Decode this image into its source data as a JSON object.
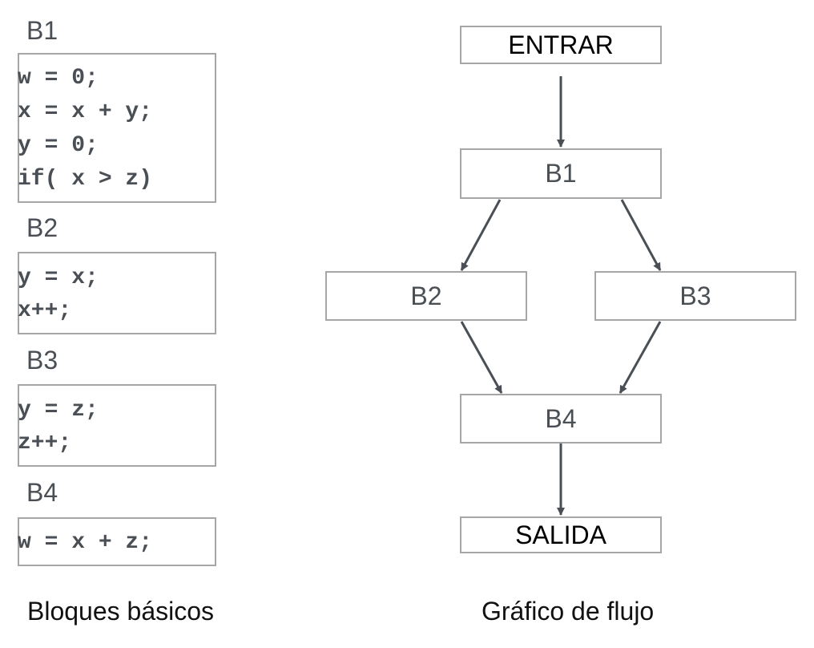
{
  "basic_blocks": {
    "caption": "Bloques básicos",
    "blocks": [
      {
        "label": "B1",
        "lines": [
          "w = 0;",
          "x = x + y;",
          "y = 0;",
          "if( x > z)"
        ]
      },
      {
        "label": "B2",
        "lines": [
          "y = x;",
          "x++;"
        ]
      },
      {
        "label": "B3",
        "lines": [
          "y = z;",
          "z++;"
        ]
      },
      {
        "label": "B4",
        "lines": [
          "w = x + z;"
        ]
      }
    ]
  },
  "flow_graph": {
    "caption": "Gráfico de flujo",
    "nodes": {
      "entrar": "ENTRAR",
      "b1": "B1",
      "b2": "B2",
      "b3": "B3",
      "b4": "B4",
      "salida": "SALIDA"
    },
    "edges": [
      [
        "ENTRAR",
        "B1"
      ],
      [
        "B1",
        "B2"
      ],
      [
        "B1",
        "B3"
      ],
      [
        "B2",
        "B4"
      ],
      [
        "B3",
        "B4"
      ],
      [
        "B4",
        "SALIDA"
      ]
    ],
    "edge_color": "#4a4f55",
    "border_color": "#a6a6a6"
  }
}
